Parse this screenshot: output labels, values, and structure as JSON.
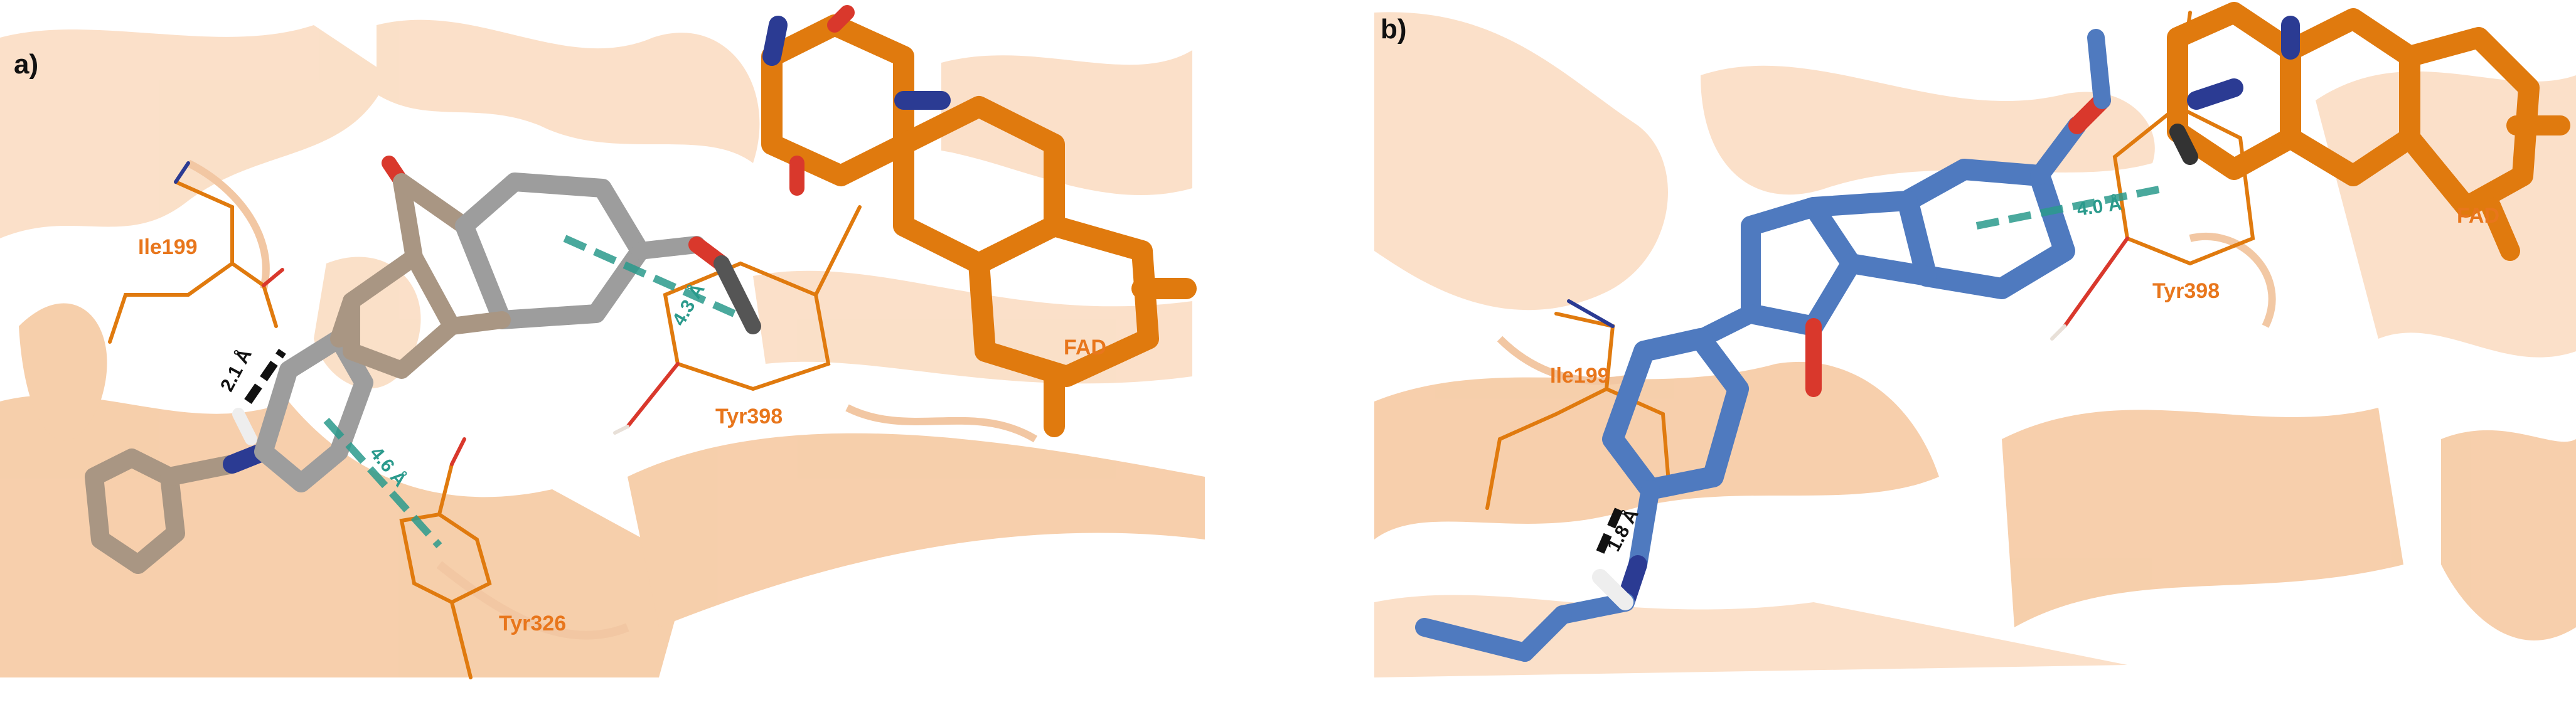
{
  "colors": {
    "protein_cartoon": "#f0a867",
    "protein_cartoon_light": "#f7c79c",
    "residue_label": "#e8761c",
    "fad_carbon": "#e07a0e",
    "ligand_a_carbon": "#a99683",
    "ligand_a_ring": "#9d9d9d",
    "ligand_b_carbon": "#4f7abf",
    "nitrogen": "#2b3b93",
    "oxygen": "#d9382c",
    "pi_stacking": "#2a9a8c",
    "hbond": "#111111"
  },
  "panel_a": {
    "label": "a)",
    "residues": {
      "ile199": "Ile199",
      "tyr398": "Tyr398",
      "tyr326": "Tyr326",
      "fad": "FAD"
    },
    "distances": {
      "hbond": "2.1 Å",
      "pi_tyr326": "4.6 Å",
      "pi_tyr398": "4.3 Å"
    }
  },
  "panel_b": {
    "label": "b)",
    "residues": {
      "ile199": "Ile199",
      "tyr398": "Tyr398",
      "fad": "FAD"
    },
    "distances": {
      "hbond": "1.8 Å",
      "pi_tyr398": "4.0 Å"
    }
  }
}
